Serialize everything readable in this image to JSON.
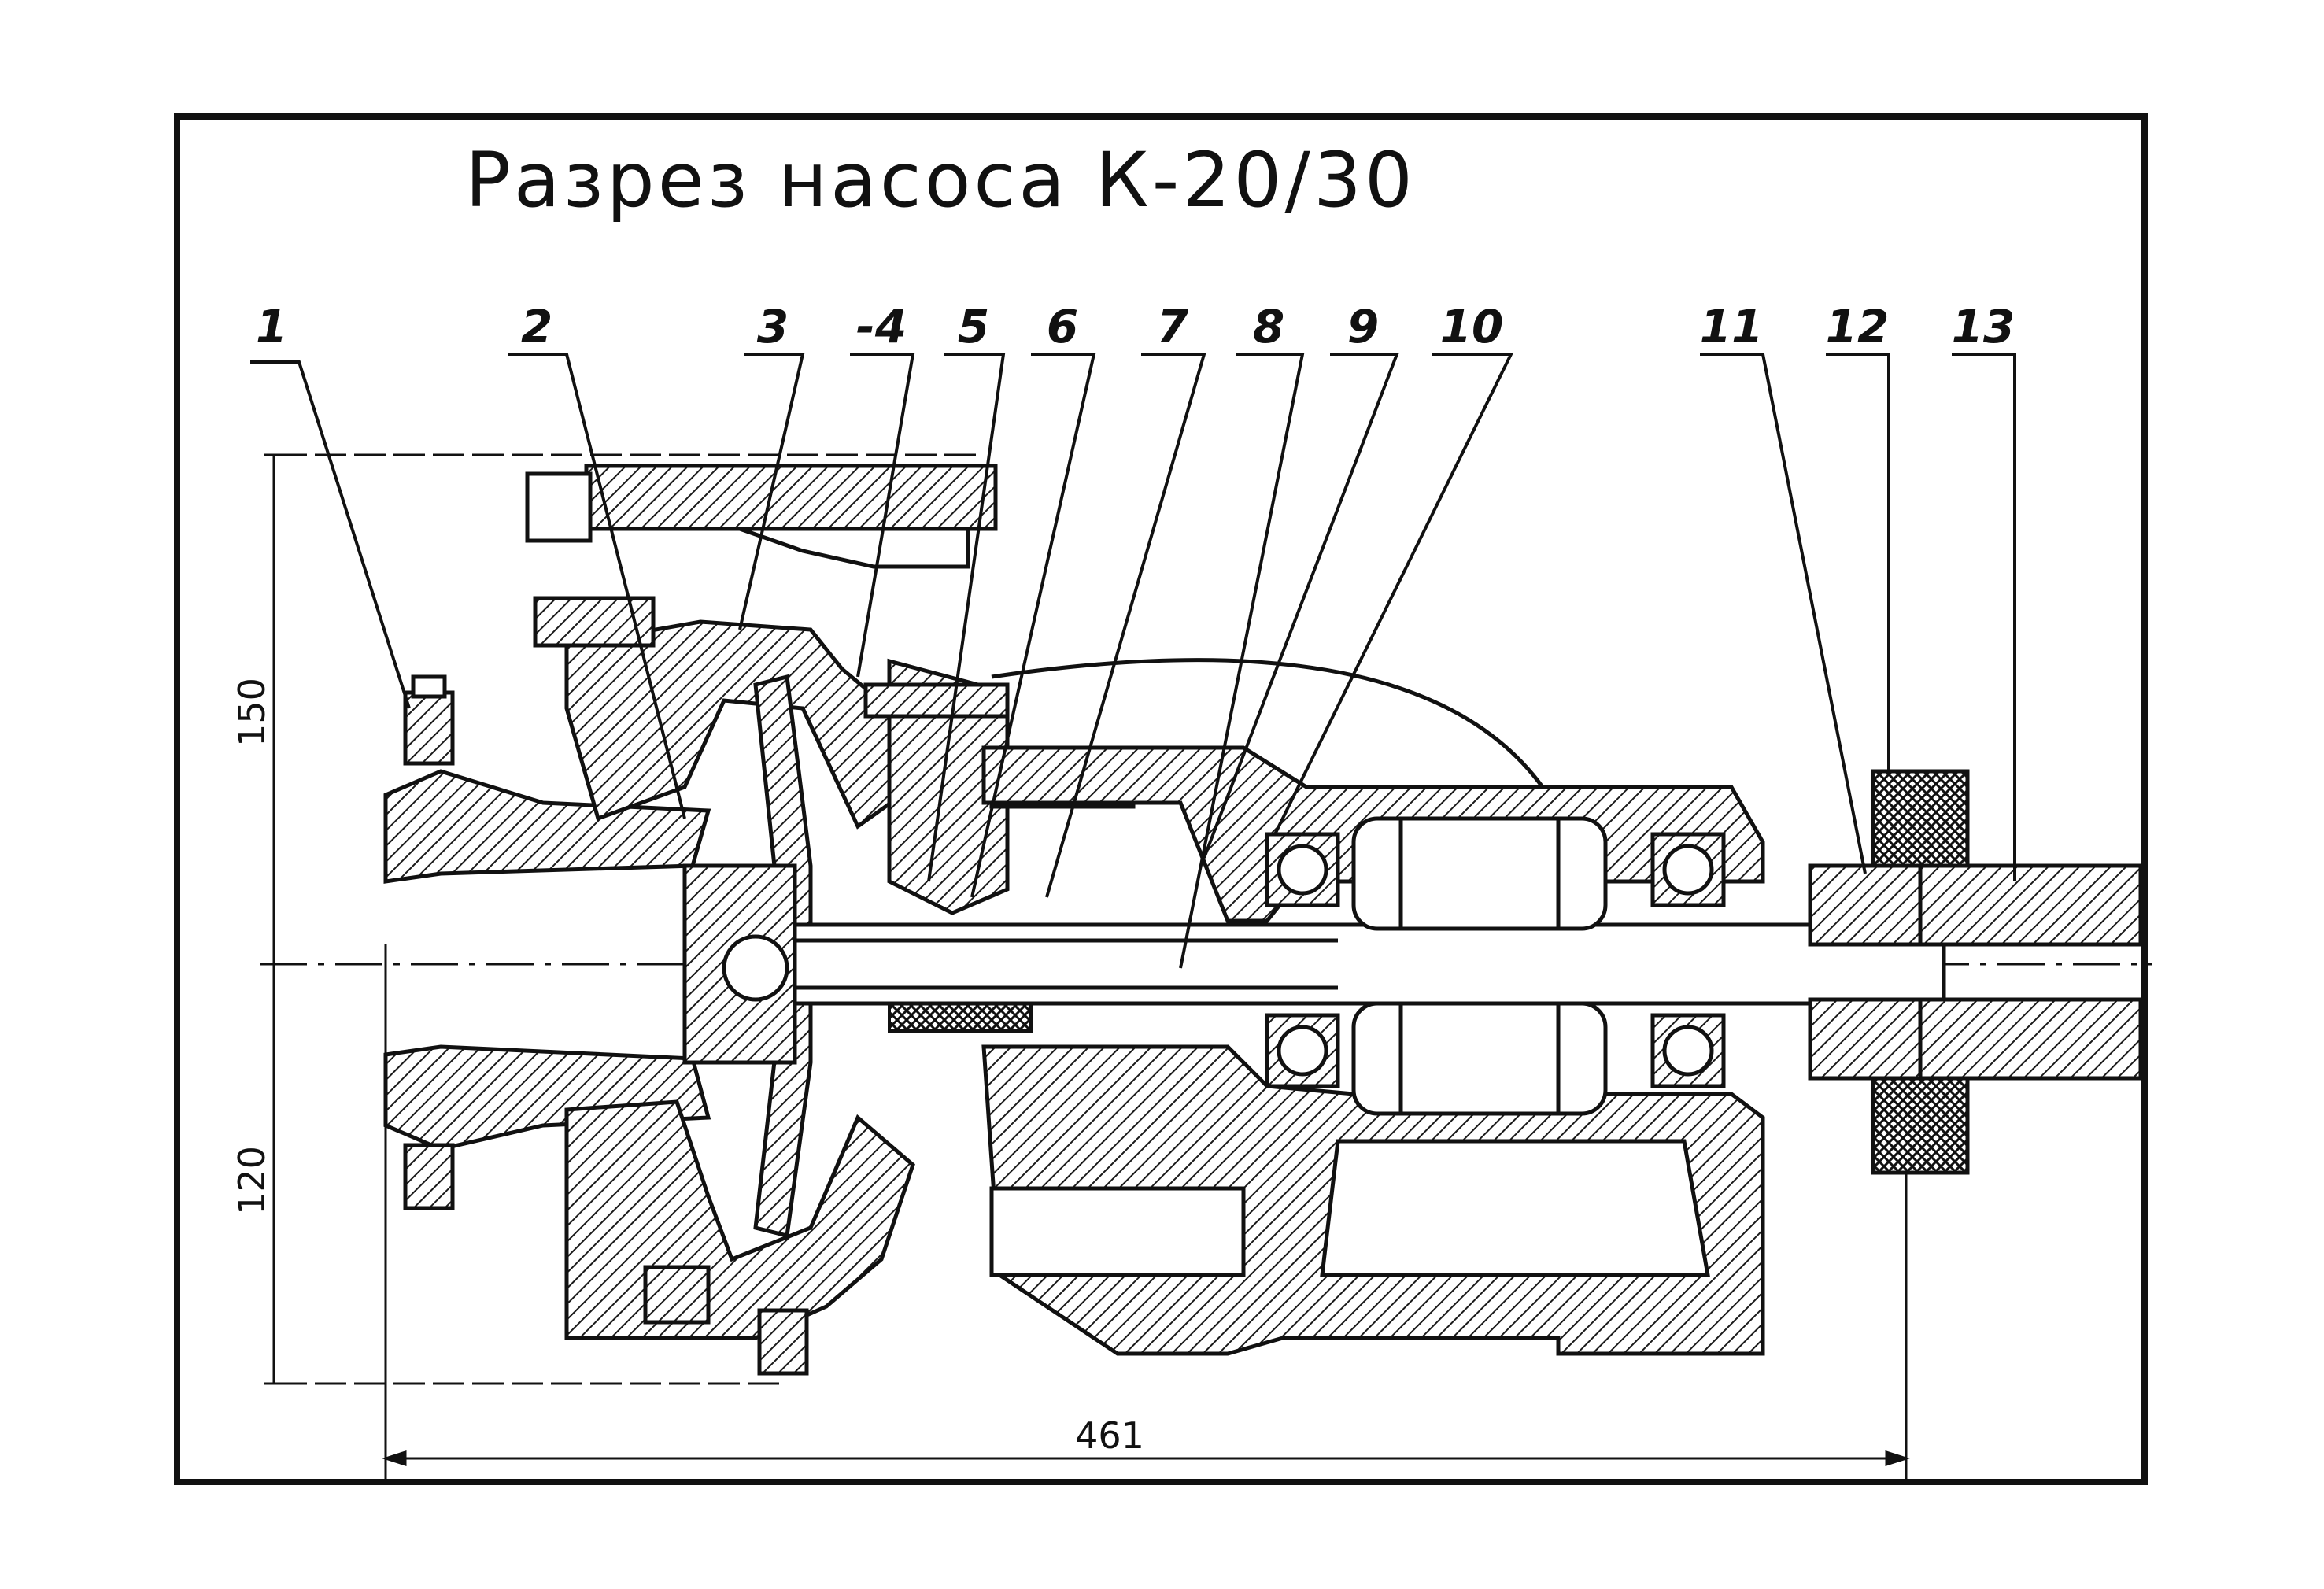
{
  "drawing": {
    "title": "Разрез насоса К-20/30",
    "callouts": [
      "1",
      "2",
      "3",
      "-4",
      "5",
      "6",
      "7",
      "8",
      "9",
      "10",
      "11",
      "12",
      "13"
    ],
    "dimensions": {
      "height_upper": "150",
      "height_lower": "120",
      "overall_length": "461"
    }
  }
}
